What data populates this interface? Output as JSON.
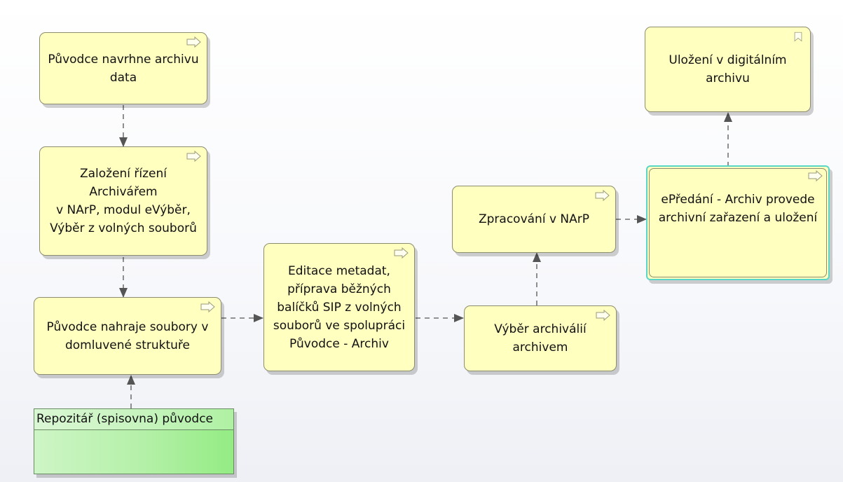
{
  "nodes": {
    "n1": {
      "label": "Původce navrhne archivu\ndata",
      "icon": "process-arrow-icon"
    },
    "n2": {
      "label": "Založení řízení Archivářem\nv NArP, modul eVýběr,\nVýběr z volných souborů",
      "icon": "process-arrow-icon"
    },
    "n3": {
      "label": "Původce nahraje soubory v\ndomluvené struktuře",
      "icon": "process-arrow-icon"
    },
    "n4": {
      "label": "Editace metadat,\npříprava běžných\nbalíčků SIP z volných\nsouborů ve spolupráci\nPůvodce - Archiv",
      "icon": "process-arrow-icon"
    },
    "n5": {
      "label": "Výběr archiválií\narchivem",
      "icon": "process-arrow-icon"
    },
    "n6": {
      "label": "Zpracování v NArP",
      "icon": "process-arrow-icon"
    },
    "n7": {
      "label": "ePředání - Archiv provede\narchivní zařazení a uložení",
      "icon": "process-arrow-icon"
    },
    "n8": {
      "label": "Uložení v digitálním\narchivu",
      "icon": "event-bookmark-icon"
    }
  },
  "store": {
    "label": "Repozitář (spisovna) původce"
  },
  "edges": [
    {
      "from": "n1",
      "to": "n2",
      "style": "dashed"
    },
    {
      "from": "n2",
      "to": "n3",
      "style": "dashed"
    },
    {
      "from": "store",
      "to": "n3",
      "style": "dashed"
    },
    {
      "from": "n3",
      "to": "n4",
      "style": "dashed"
    },
    {
      "from": "n4",
      "to": "n5",
      "style": "dashed"
    },
    {
      "from": "n5",
      "to": "n6",
      "style": "dashed"
    },
    {
      "from": "n6",
      "to": "n7",
      "style": "dashed"
    },
    {
      "from": "n7",
      "to": "n8",
      "style": "dashed"
    }
  ],
  "colors": {
    "process_fill": "#ffffc0",
    "store_fill": "#b4f0a8",
    "selection": "#5ad6c8",
    "connector": "#555555"
  }
}
